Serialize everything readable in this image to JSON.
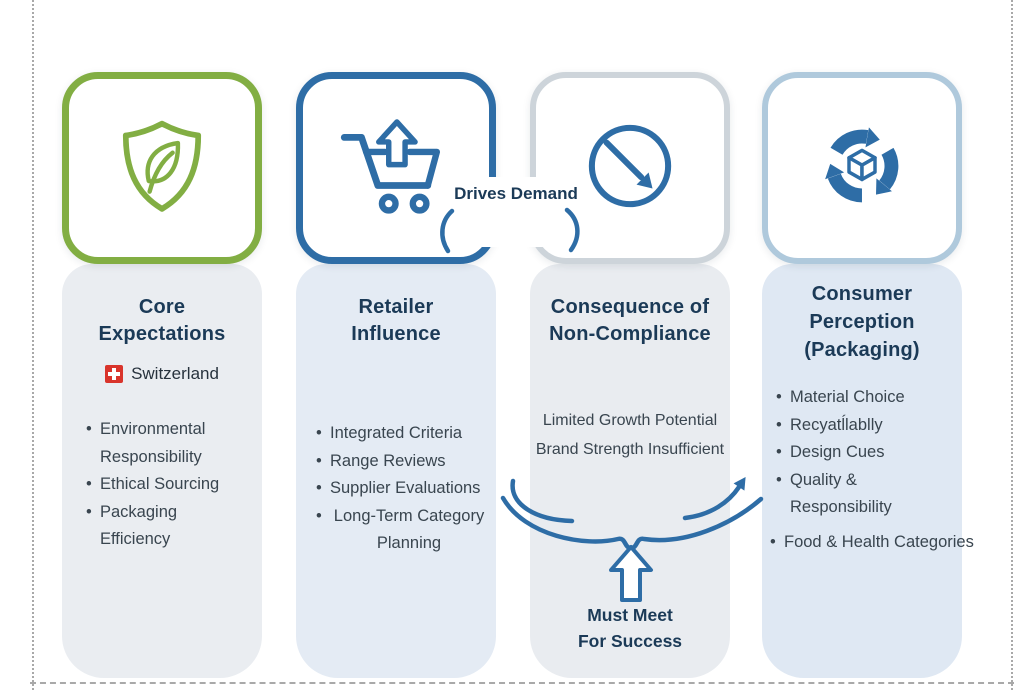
{
  "labels": {
    "drives_demand": "Drives Demand",
    "must_meet": "Must Meet\nFor Success"
  },
  "columns": [
    {
      "title": "Core\nExpectations",
      "icon": "shield-leaf-icon",
      "accent_color": "#82AE43",
      "country": "Switzerland",
      "bullets": [
        "Environmental Responsibility",
        "Ethical Sourcing",
        "Packaging Efficiency"
      ]
    },
    {
      "title": "Retailer\nInfluence",
      "icon": "cart-upload-icon",
      "accent_color": "#2E6DA6",
      "bullets": [
        "Integrated Criteria",
        "Range Reviews",
        "Supplier Evaluations",
        "Long-Term Category Planning"
      ]
    },
    {
      "title": "Consequence of\nNon-Compliance",
      "icon": "decline-circle-icon",
      "accent_color": "#CDD4DA",
      "lines": "Limited Growth Potential\nBrand Strength Insufficient"
    },
    {
      "title": "Consumer\nPerception\n(Packaging)",
      "icon": "recycle-package-icon",
      "accent_color": "#AFC9DC",
      "bullets": [
        "Material Choice",
        "Recyatĺlablly",
        "Design Cues",
        "Quality & Responsibility",
        "Food & Health Categories"
      ]
    }
  ],
  "colors": {
    "green_accent": "#82AE43",
    "blue_accent": "#2E6DA6",
    "title_text": "#1B3A57",
    "body_text": "#39454F",
    "swiss_red": "#D9342B"
  }
}
